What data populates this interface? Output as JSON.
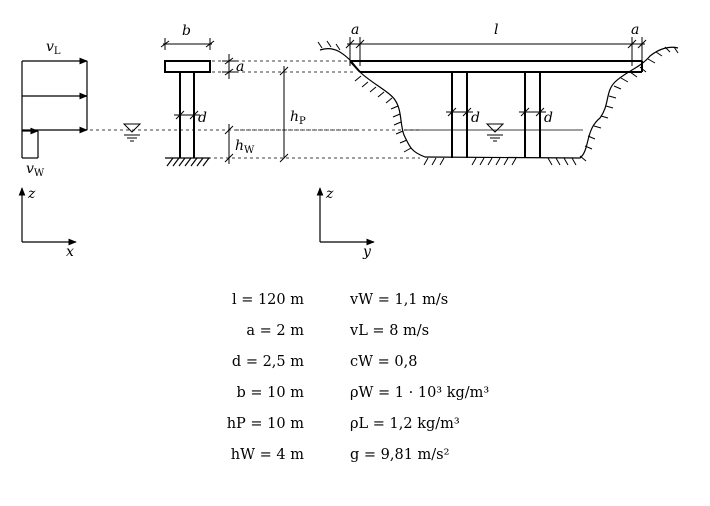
{
  "diagram": {
    "labels": {
      "b": "b",
      "a_top_left": "a",
      "a_top_right": "a",
      "l": "l",
      "a_pier": "a",
      "d_left": "d",
      "d_mid": "d",
      "d_right": "d",
      "hP": "h",
      "hP_sub": "P",
      "hW": "h",
      "hW_sub": "W",
      "vL": "v",
      "vL_sub": "L",
      "vW": "v",
      "vW_sub": "W",
      "z1": "z",
      "x": "x",
      "z2": "z",
      "y": "y"
    }
  },
  "parameters": {
    "left": [
      "l = 120 m",
      "a = 2 m",
      "d = 2,5 m",
      "b = 10 m",
      "hP = 10 m",
      "hW = 4 m"
    ],
    "right": [
      "vW = 1,1 m/s",
      "vL = 8 m/s",
      "cW = 0,8",
      "ρW = 1 · 10³ kg/m³",
      "ρL = 1,2 kg/m³",
      "g = 9,81 m/s²"
    ]
  }
}
